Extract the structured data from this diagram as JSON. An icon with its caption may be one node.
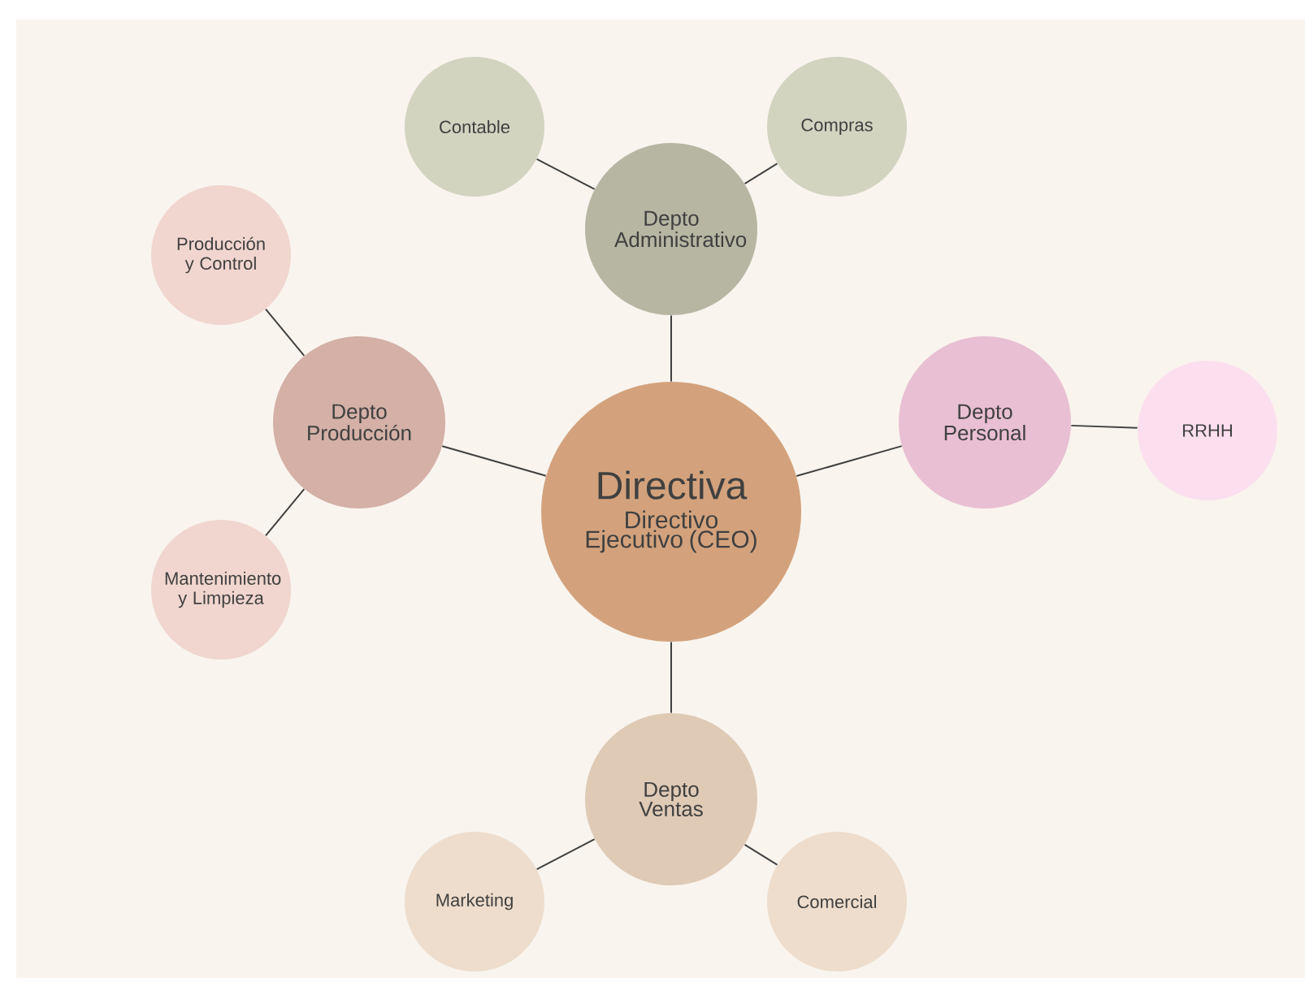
{
  "diagram": {
    "nodes": [
      {
        "text": [
          "Directiva",
          "Directivo Ejecutivo (CEO)"
        ]
      },
      {
        "text": [
          "Depto Administrativo"
        ]
      },
      {
        "text": [
          "Contable"
        ]
      },
      {
        "text": [
          "Compras"
        ]
      },
      {
        "text": [
          "Depto Personal"
        ]
      },
      {
        "text": [
          "RRHH"
        ]
      },
      {
        "text": [
          "Depto Producción"
        ]
      },
      {
        "text": [
          "Producción y Control"
        ]
      },
      {
        "text": [
          "Mantenimiento y Limpieza"
        ]
      },
      {
        "text": [
          "Depto Ventas"
        ]
      },
      {
        "text": [
          "Marketing"
        ]
      },
      {
        "text": [
          "Comercial"
        ]
      }
    ],
    "edges": [
      {
        "from": 0,
        "to": 1,
        "arrow": "none"
      },
      {
        "from": 1,
        "to": 2,
        "arrow": "none"
      },
      {
        "from": 1,
        "to": 3,
        "arrow": "none"
      },
      {
        "from": 0,
        "to": 4,
        "arrow": "none"
      },
      {
        "from": 4,
        "to": 5,
        "arrow": "none"
      },
      {
        "from": 0,
        "to": 6,
        "arrow": "none"
      },
      {
        "from": 6,
        "to": 7,
        "arrow": "none"
      },
      {
        "from": 6,
        "to": 8,
        "arrow": "none"
      },
      {
        "from": 0,
        "to": 9,
        "arrow": "none"
      },
      {
        "from": 9,
        "to": 10,
        "arrow": "none"
      },
      {
        "from": 9,
        "to": 11,
        "arrow": "none"
      }
    ]
  }
}
